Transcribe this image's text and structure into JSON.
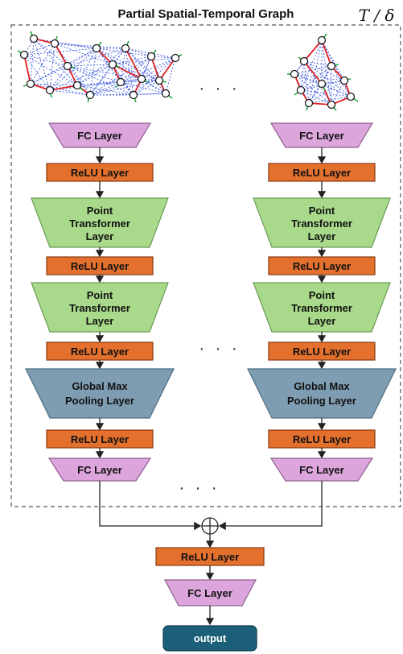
{
  "title": "Partial Spatial-Temporal Graph",
  "t_over_delta": "T / δ",
  "ellipsis": "· · ·",
  "branch": {
    "fc_top": "FC Layer",
    "relu": "ReLU Layer",
    "pt_line1": "Point",
    "pt_line2": "Transformer",
    "pt_line3": "Layer",
    "gmp_line1": "Global Max",
    "gmp_line2": "Pooling Layer",
    "fc_bottom": "FC Layer"
  },
  "merge": {
    "relu": "ReLU Layer",
    "fc": "FC Layer",
    "output": "output"
  },
  "colors": {
    "fc": "#dca6dc",
    "relu": "#e3702d",
    "point_transformer": "#a9d98a",
    "pooling": "#7f9db2",
    "output": "#1b5f79",
    "graph_edge_dashed": "#3050e0",
    "graph_edge_solid": "#e02020",
    "graph_spike": "#22aa44"
  }
}
